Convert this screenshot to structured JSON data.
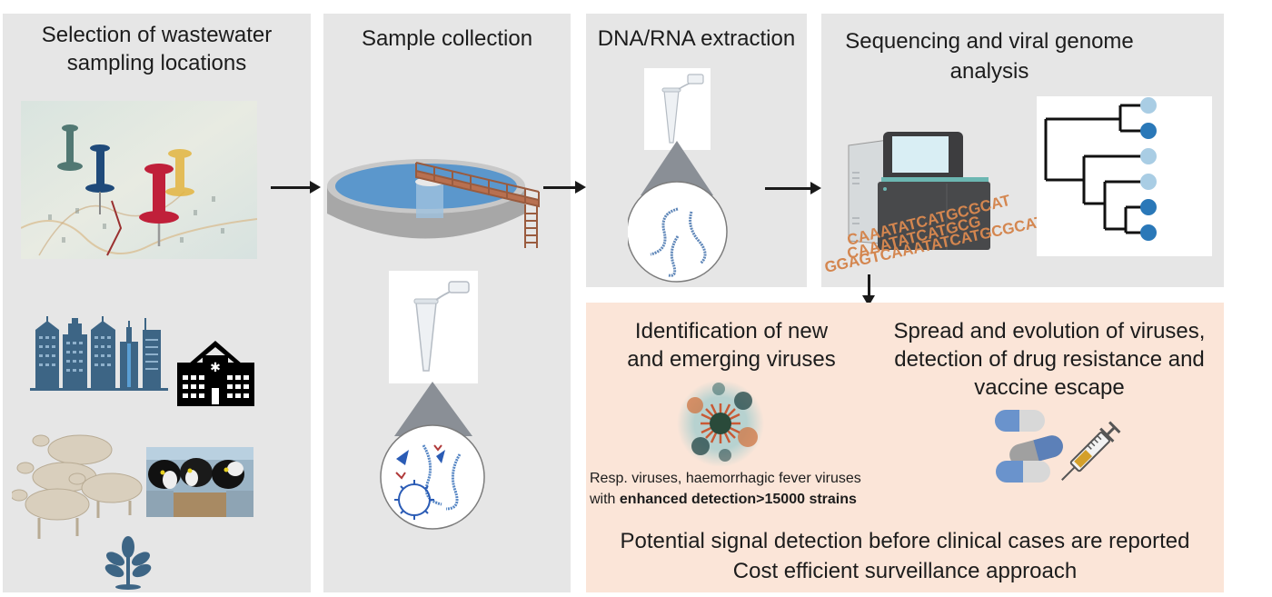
{
  "panels": {
    "selection": {
      "title_line1": "Selection of wastewater",
      "title_line2": "sampling locations",
      "images": [
        "map-with-pins",
        "city-buildings",
        "hospital",
        "sheep-flock",
        "dairy-cows-feeding",
        "plant-sprout"
      ]
    },
    "collection": {
      "title": "Sample collection",
      "images": [
        "wastewater-treatment-tank",
        "sample-tube",
        "magnified-sample-with-viruses"
      ]
    },
    "extraction": {
      "title": "DNA/RNA extraction",
      "images": [
        "sample-tube",
        "magnified-nucleic-acid-strands"
      ]
    },
    "sequencing": {
      "title_line1": "Sequencing and viral genome",
      "title_line2": "analysis",
      "dna_lines": [
        "CAAATATCATGCGCAT",
        "CAAATATCATGCG",
        "GGAGTCAAATATCATGCGCAT"
      ],
      "images": [
        "sequencer-machine",
        "phylogenetic-tree"
      ],
      "tree_leaf_colors": [
        "#a9cde4",
        "#2a78b8",
        "#a9cde4",
        "#a9cde4",
        "#2a78b8",
        "#2a78b8"
      ]
    },
    "outcomes": {
      "identification_line1": "Identification of new",
      "identification_line2": "and emerging viruses",
      "note_line1": "Resp. viruses, haemorrhagic fever viruses",
      "note_line2_prefix": "with ",
      "note_line2_bold": "enhanced detection>15000 strains",
      "spread_line1": "Spread and evolution of viruses,",
      "spread_line2": "detection of drug resistance and",
      "spread_line3": "vaccine escape",
      "bottom_line1": "Potential signal detection before clinical cases are reported",
      "bottom_line2": "Cost efficient surveillance approach"
    }
  },
  "colors": {
    "panel_gray": "#e6e6e6",
    "outcome_peach": "#fbe5d8",
    "building_blue": "#3d6585",
    "dna_orange": "#d4864f"
  }
}
